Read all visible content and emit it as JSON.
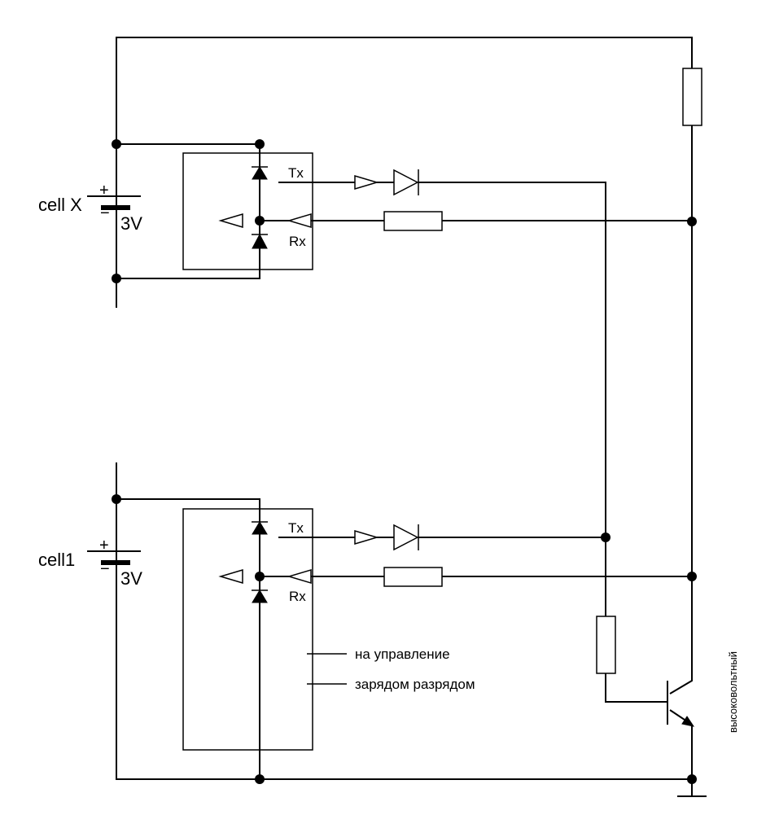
{
  "labels": {
    "cellx": "cell X",
    "cell1": "cell1",
    "voltage": "3V",
    "plus": "+",
    "minus": "−",
    "tx": "Tx",
    "rx": "Rx",
    "control_line1": "на управление",
    "control_line2": "зарядом разрядом",
    "vertical_note": "высоковольтный"
  }
}
